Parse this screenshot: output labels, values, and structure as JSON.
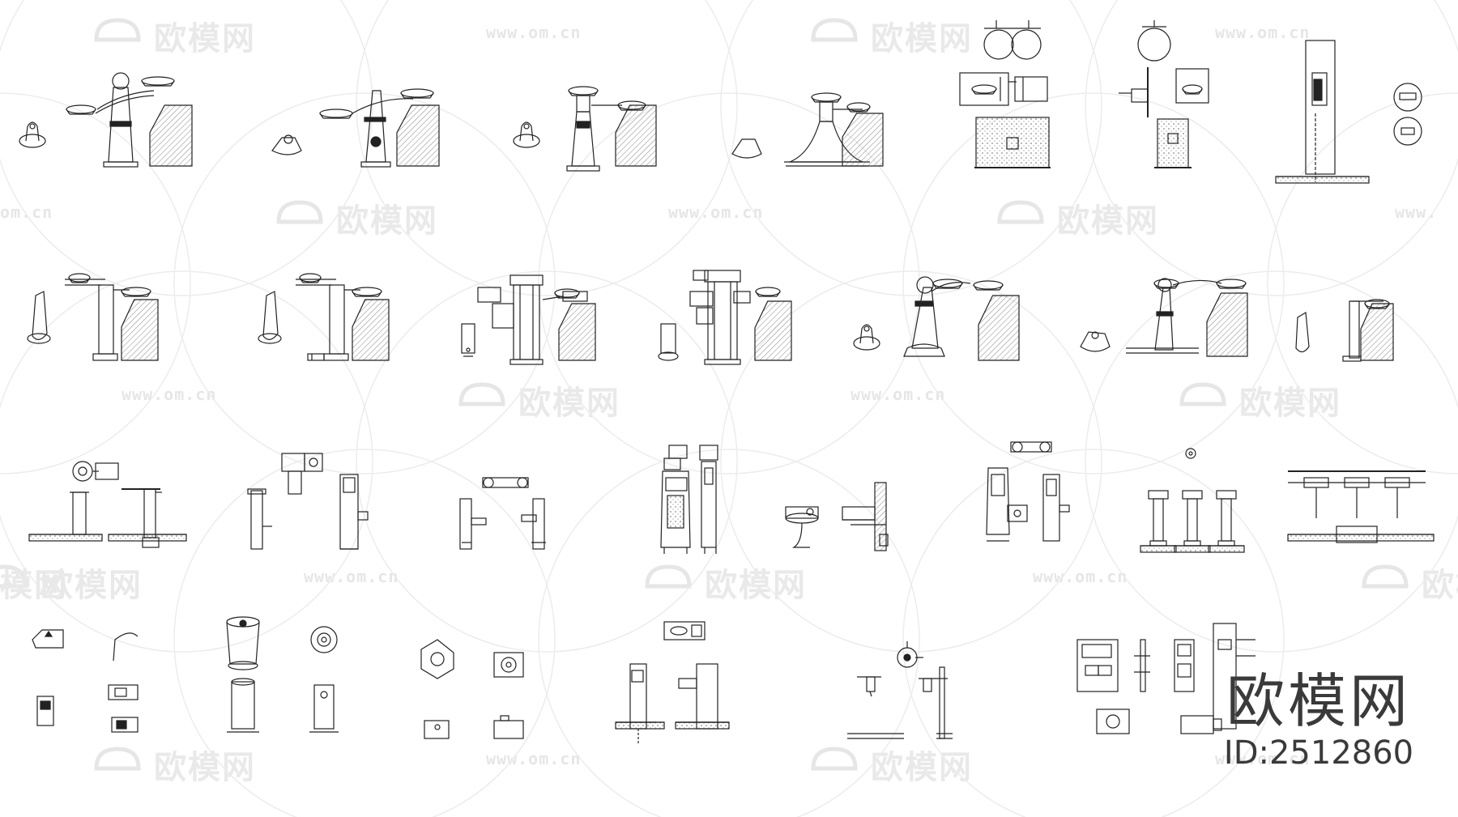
{
  "watermark": {
    "text": "欧模网",
    "url": "www.om.cn",
    "url_partial_left": "om.cn",
    "url_partial_right": "www.",
    "cn_partial": "模网"
  },
  "brand": {
    "name": "欧模网",
    "id_label": "ID:2512860"
  },
  "colors": {
    "line": "#222222",
    "hatch": "#555555",
    "watermark": "#e6e6e6",
    "background": "#ffffff"
  },
  "rows": [
    {
      "items": [
        "pedestal-fountain-dual-bowl",
        "pedestal-fountain-dual-bowl-round",
        "pedestal-fountain-tall",
        "pedestal-fountain-wide-base",
        "wall-mounted-dual-fountain-plan",
        "wall-mounted-single-fountain-plan",
        "column-fountain-section"
      ]
    },
    {
      "items": [
        "angular-fountain",
        "angular-fountain-framed",
        "column-fountain-dual",
        "column-fountain-triple",
        "tapered-pedestal-fountain",
        "tapered-pedestal-fountain-wide",
        "angular-fountain-compact"
      ]
    },
    {
      "items": [
        "post-fountain-section",
        "bottle-filler-dual",
        "bottle-filler-pair",
        "tall-bottle-filler",
        "wall-bracket-fountain",
        "bottle-filler-station",
        "three-column-fountains",
        "bowl-row-section"
      ]
    },
    {
      "items": [
        "small-fixtures-set",
        "cylinder-bollards",
        "square-fountain-set",
        "wall-fountain-inset",
        "round-fountain-set",
        "wall-unit-details"
      ]
    }
  ]
}
